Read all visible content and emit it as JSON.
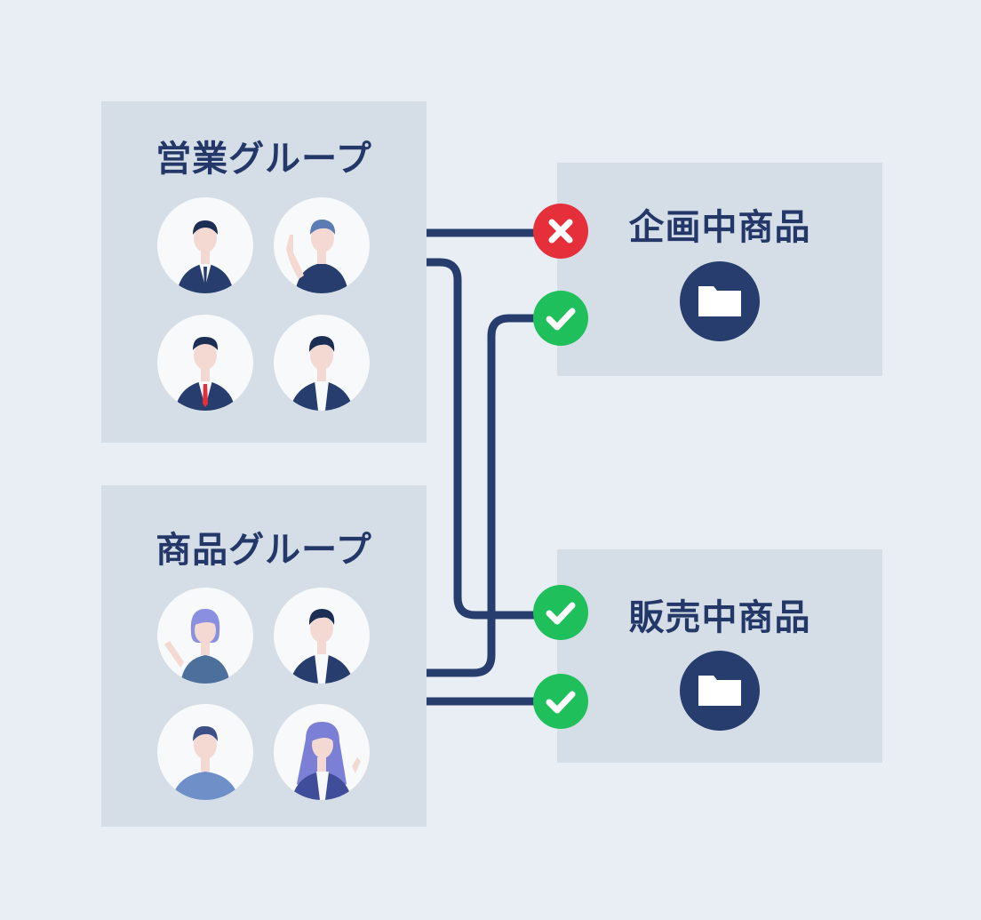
{
  "groups": [
    {
      "title": "営業グループ",
      "members": [
        {
          "icon": "businessman-tie-icon"
        },
        {
          "icon": "man-sweater-pointing-icon"
        },
        {
          "icon": "businessman-red-tie-icon"
        },
        {
          "icon": "man-open-jacket-icon"
        }
      ]
    },
    {
      "title": "商品グループ",
      "members": [
        {
          "icon": "woman-purple-hair-icon"
        },
        {
          "icon": "man-open-jacket-icon"
        },
        {
          "icon": "man-blue-sweater-icon"
        },
        {
          "icon": "woman-long-hair-icon"
        }
      ]
    }
  ],
  "resources": [
    {
      "title": "企画中商品",
      "icon": "folder-icon"
    },
    {
      "title": "販売中商品",
      "icon": "folder-icon"
    }
  ],
  "permissions": [
    {
      "from": "営業グループ",
      "to": "企画中商品",
      "status": "denied",
      "icon": "cross-icon"
    },
    {
      "from": "商品グループ",
      "to": "企画中商品",
      "status": "allowed",
      "icon": "check-icon"
    },
    {
      "from": "営業グループ",
      "to": "販売中商品",
      "status": "allowed",
      "icon": "check-icon"
    },
    {
      "from": "商品グループ",
      "to": "販売中商品",
      "status": "allowed",
      "icon": "check-icon"
    }
  ],
  "colors": {
    "background": "#e9eef5",
    "panel": "#d5dde6",
    "navy": "#263d6d",
    "denied": "#e5303c",
    "allowed": "#1fbf5b"
  }
}
